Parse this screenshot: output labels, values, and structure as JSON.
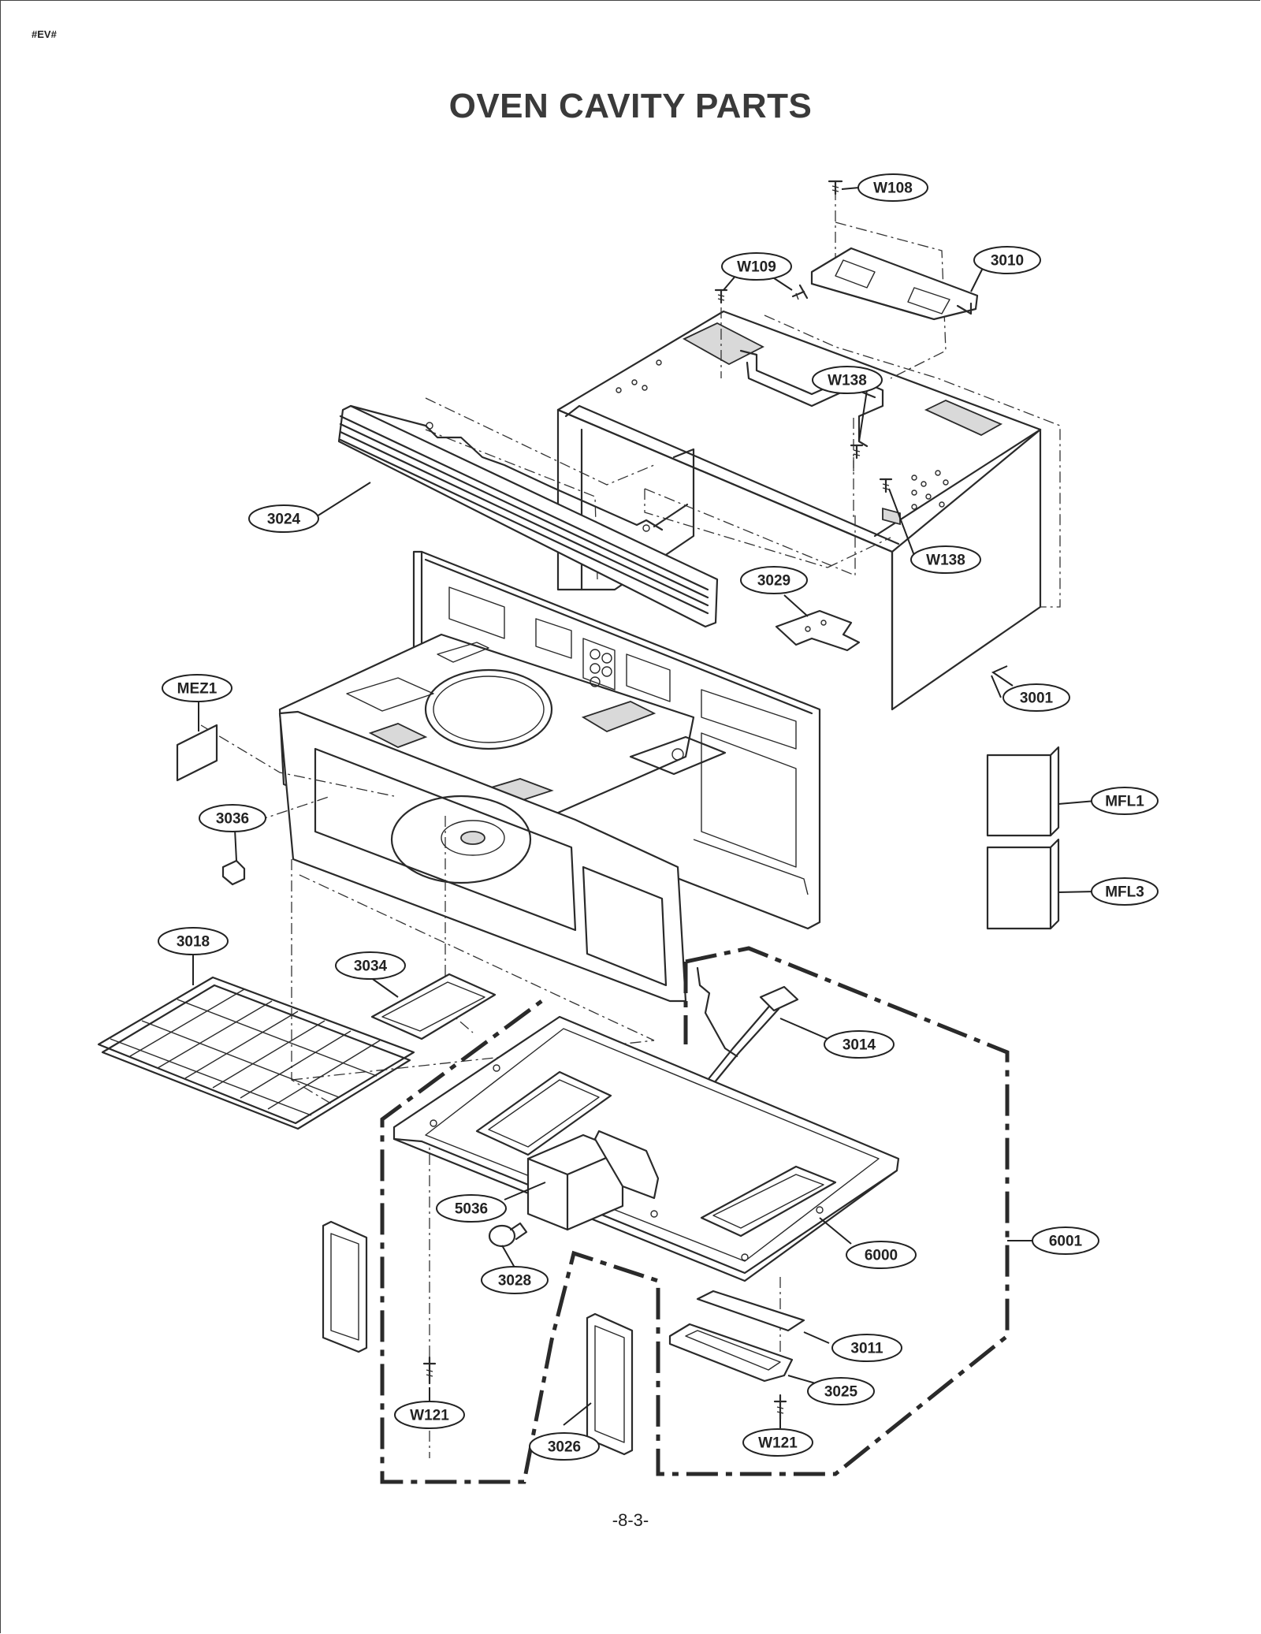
{
  "page": {
    "code_tag": "#EV#",
    "title": "OVEN CAVITY PARTS",
    "page_number": "-8-3-"
  },
  "callouts": [
    {
      "id": "w108",
      "label": "W108"
    },
    {
      "id": "w109",
      "label": "W109"
    },
    {
      "id": "p3010",
      "label": "3010"
    },
    {
      "id": "w138a",
      "label": "W138"
    },
    {
      "id": "w138b",
      "label": "W138"
    },
    {
      "id": "p3024",
      "label": "3024"
    },
    {
      "id": "p3029",
      "label": "3029"
    },
    {
      "id": "p3001",
      "label": "3001"
    },
    {
      "id": "mez1",
      "label": "MEZ1"
    },
    {
      "id": "p3036",
      "label": "3036"
    },
    {
      "id": "mfl1",
      "label": "MFL1"
    },
    {
      "id": "mfl3",
      "label": "MFL3"
    },
    {
      "id": "p3018",
      "label": "3018"
    },
    {
      "id": "p3034",
      "label": "3034"
    },
    {
      "id": "p3014",
      "label": "3014"
    },
    {
      "id": "p5036",
      "label": "5036"
    },
    {
      "id": "p6000",
      "label": "6000"
    },
    {
      "id": "p6001",
      "label": "6001"
    },
    {
      "id": "p3028",
      "label": "3028"
    },
    {
      "id": "p3011",
      "label": "3011"
    },
    {
      "id": "p3025",
      "label": "3025"
    },
    {
      "id": "w121a",
      "label": "W121"
    },
    {
      "id": "w121b",
      "label": "W121"
    },
    {
      "id": "p3026",
      "label": "3026"
    }
  ]
}
